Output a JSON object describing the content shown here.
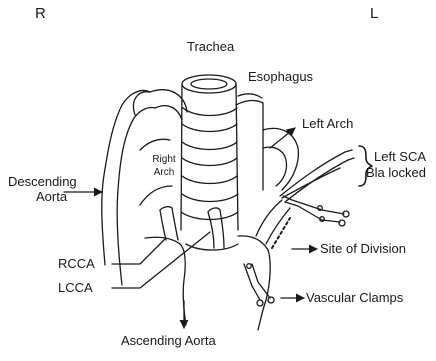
{
  "labels": {
    "side_right": "R",
    "side_left": "L",
    "trachea": "Trachea",
    "esophagus": "Esophagus",
    "left_arch": "Left Arch",
    "left_sca_line1": "Left SCA",
    "left_sca_line2": "Bla locked",
    "right_arch_line1": "Right",
    "right_arch_line2": "Arch",
    "descending_aorta_line1": "Descending",
    "descending_aorta_line2": "Aorta",
    "site_of_division": "Site of Division",
    "rcca": "RCCA",
    "lcca": "LCCA",
    "vascular_clamps": "Vascular Clamps",
    "ascending_aorta": "Ascending Aorta"
  },
  "colors": {
    "ink": "#1a1a1a",
    "background": "#ffffff"
  }
}
